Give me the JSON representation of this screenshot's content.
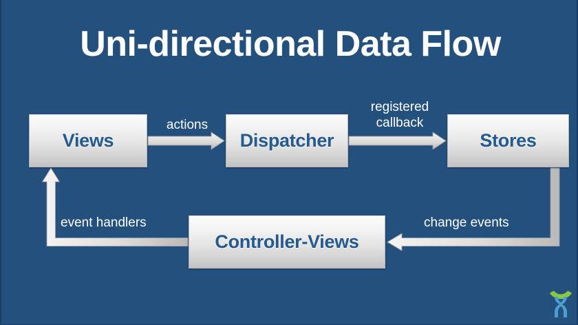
{
  "slide": {
    "title": "Uni-directional Data Flow",
    "background_color": "#24507e",
    "title_color": "#ffffff",
    "node_text_color": "#255a8e",
    "arrow_color": "#e8e8e8",
    "label_color": "#ffffff"
  },
  "nodes": [
    {
      "id": "views",
      "label": "Views"
    },
    {
      "id": "dispatcher",
      "label": "Dispatcher"
    },
    {
      "id": "stores",
      "label": "Stores"
    },
    {
      "id": "controller",
      "label": "Controller-Views"
    }
  ],
  "edges": [
    {
      "id": "views-to-dispatcher",
      "label": "actions",
      "from": "views",
      "to": "dispatcher",
      "direction": "right"
    },
    {
      "id": "dispatcher-to-stores",
      "label": "registered\ncallback",
      "from": "dispatcher",
      "to": "stores",
      "direction": "right"
    },
    {
      "id": "stores-to-controller",
      "label": "change events",
      "from": "stores",
      "to": "controller",
      "direction": "left"
    },
    {
      "id": "controller-to-views",
      "label": "event handlers",
      "from": "controller",
      "to": "views",
      "direction": "up"
    }
  ],
  "logo": {
    "name": "brand-logo",
    "arc_color": "#8cc63e",
    "figure_color": "#4a9ed0"
  }
}
